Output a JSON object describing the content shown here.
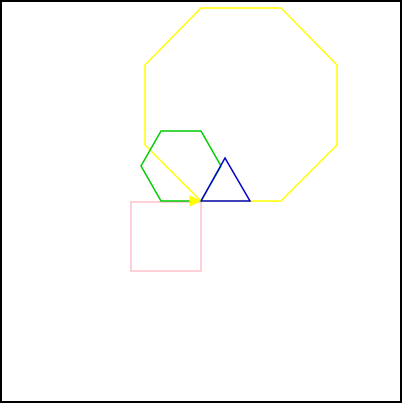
{
  "diagram": {
    "background_color": "#ffffff",
    "frame_color": "#000000",
    "shapes": [
      {
        "id": "octagon",
        "kind": "regular-octagon",
        "stroke": "#ffff00"
      },
      {
        "id": "hexagon",
        "kind": "regular-hexagon",
        "stroke": "#00cc00"
      },
      {
        "id": "triangle",
        "kind": "triangle",
        "stroke": "#0000cc"
      },
      {
        "id": "square",
        "kind": "square",
        "stroke": "#ffc0cb"
      },
      {
        "id": "small-triangle",
        "kind": "small-filled-triangle",
        "stroke": "#ffff00",
        "fill": "#ffff00"
      }
    ]
  }
}
